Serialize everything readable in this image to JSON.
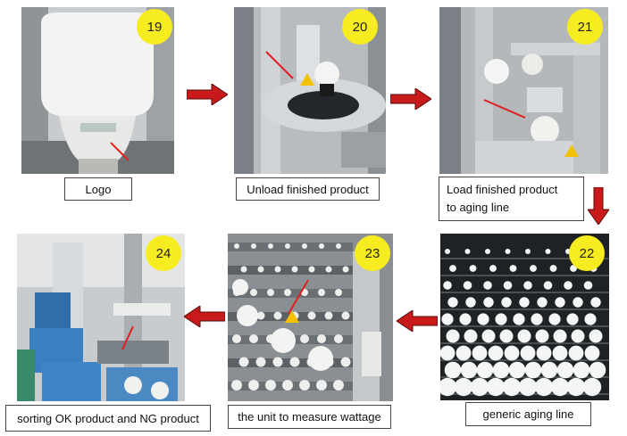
{
  "steps": [
    {
      "number": "19",
      "caption": "Logo"
    },
    {
      "number": "20",
      "caption": "Unload finished product"
    },
    {
      "number": "21",
      "caption_lines": [
        "Load finished product",
        "to aging line"
      ]
    },
    {
      "number": "22",
      "caption": "generic aging line"
    },
    {
      "number": "23",
      "caption": "the unit to measure wattage"
    },
    {
      "number": "24",
      "caption": "sorting OK product and NG product"
    }
  ],
  "colors": {
    "badge": "#f6ec1f",
    "arrow": "#c81a1a",
    "pointer": "#e02020"
  },
  "icons": [
    "arrow-right-icon",
    "arrow-down-icon",
    "arrow-left-icon"
  ]
}
